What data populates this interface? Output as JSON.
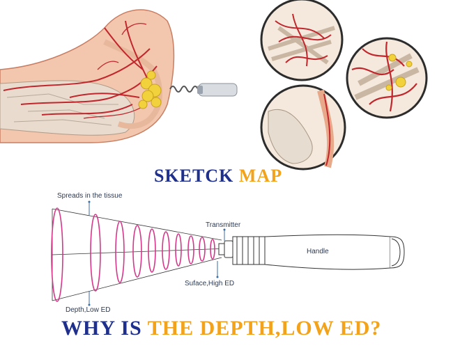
{
  "illustration": {
    "icons": [
      "elbow-anatomy-illustration",
      "shockwave-probe-icon",
      "magnified-tendon-view-icon",
      "magnified-calcification-view-icon",
      "magnified-joint-view-icon"
    ]
  },
  "sketch_heading": {
    "part1": "SKETCK ",
    "part2": "MAP",
    "colors": {
      "part1": "#1f2f8c",
      "part2": "#f2a21b"
    }
  },
  "wave_labels": {
    "spreads": "Spreads in the tissue",
    "transmitter": "Transmitter",
    "handle": "Handle",
    "surface": "Suface,High ED",
    "depth": "Depth,Low ED"
  },
  "bottom_heading": {
    "part1": "WHY IS ",
    "part2": "THE DEPTH,LOW ED?",
    "colors": {
      "part1": "#1f2f8c",
      "part2": "#f2a21b"
    }
  },
  "colors": {
    "wave": "#d4388a",
    "artery": "#c0262b",
    "fat": "#f2d23c",
    "text": "#2b3a55"
  }
}
